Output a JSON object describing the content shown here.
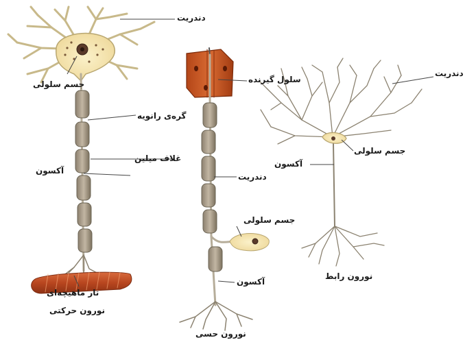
{
  "labels": {
    "dendrite_motor": "دندریت",
    "cell_body_motor": "جسم سلولی",
    "node_of_ranvier": "گره‌ی رانویه",
    "myelin_sheath": "غلاف میلین",
    "axon_motor": "آکسون",
    "muscle_fiber": "تار ماهیچه‌ای",
    "motor_neuron": "نورون حرکتی",
    "receptor_cell": "سلول گیرنده",
    "dendrite_sensory": "دندریت",
    "cell_body_sensory": "جسم سلولی",
    "axon_sensory": "آکسون",
    "sensory_neuron": "نورون حسی",
    "dendrite_inter": "دندریت",
    "cell_body_inter": "جسم سلولی",
    "axon_inter": "آکسون",
    "interneuron": "نورون رابط"
  },
  "colors": {
    "myelin": "#a79a88",
    "cell_body": "#f6e6b4",
    "muscle": "#c8532a",
    "receptor": "#c9521d",
    "outline": "#6b6454"
  }
}
